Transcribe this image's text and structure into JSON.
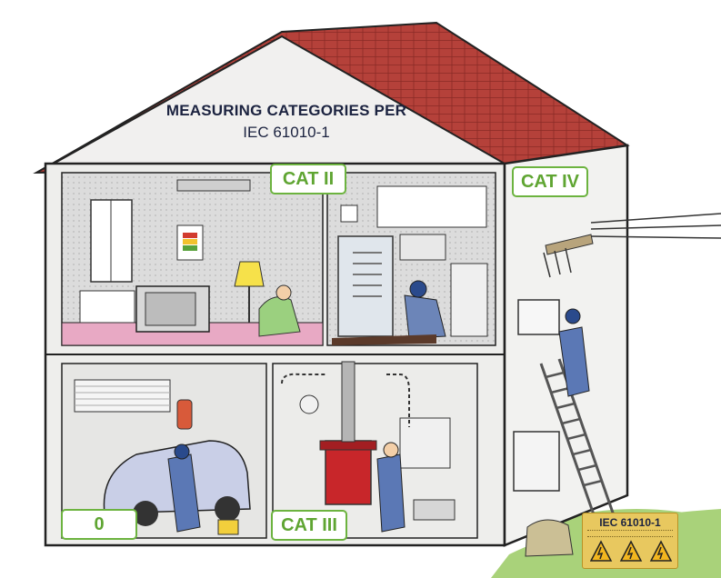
{
  "header": {
    "title": "MEASURING CATEGORIES PER",
    "subtitle": "IEC 61010-1"
  },
  "categories": {
    "cat_ii": "CAT II",
    "cat_iv": "CAT IV",
    "cat_zero": "0",
    "cat_iii": "CAT III"
  },
  "label": {
    "title": "IEC 61010-1"
  },
  "colors": {
    "accent": "#6cb33f",
    "roof": "#b5413a",
    "wall": "#f0efee",
    "label": "#e8c85f"
  }
}
